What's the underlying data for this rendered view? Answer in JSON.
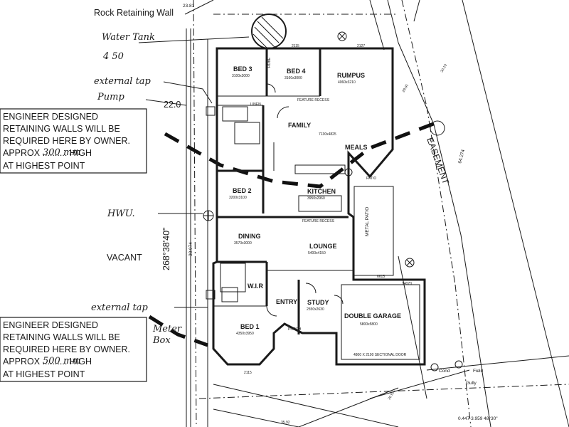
{
  "site": {
    "rock_retaining_wall": "Rock Retaining Wall",
    "water_tank": "Water Tank",
    "water_tank_sub": "4 50",
    "external_tap_top": "external tap",
    "pump": "Pump",
    "pump_value": "22.0",
    "hwu": "HWU.",
    "vacant": "VACANT",
    "external_tap_bottom": "external tap",
    "meter_box": [
      "Meter",
      "Box"
    ],
    "cond": "Cond",
    "field_gully": [
      "Field",
      "Gully"
    ],
    "easement": "EASEMENT",
    "metal_patio": "METAL PATIO",
    "bearing_west": "268°38'40\"",
    "bearing_south": "0.447 3.959 48°30\"",
    "dist_east": "64.274",
    "dist_top": "23.81",
    "dist_west_vertical": "38.974"
  },
  "notes": [
    {
      "lines": [
        "ENGINEER DESIGNED",
        "RETAINING WALLS WILL BE",
        "REQUIRED HERE BY OWNER.",
        "APPROX .......... HIGH",
        "AT HIGHEST POINT"
      ],
      "handwritten": "300 mm"
    },
    {
      "lines": [
        "ENGINEER DESIGNED",
        "RETAINING WALLS WILL BE",
        "REQUIRED HERE BY OWNER.",
        "APPROX .......... HIGH",
        "AT HIGHEST POINT"
      ],
      "handwritten": "500 mm"
    }
  ],
  "rooms": {
    "bed3": {
      "name": "BED 3",
      "size": "3100x3000"
    },
    "bed4": {
      "name": "BED 4",
      "size": "3160x3000"
    },
    "rumpus": {
      "name": "RUMPUS",
      "size": "4060x3210"
    },
    "family": {
      "name": "FAMILY",
      "size": "7130x4825"
    },
    "meals": {
      "name": "MEALS"
    },
    "bed2": {
      "name": "BED 2",
      "size": "3200x3100"
    },
    "kitchen": {
      "name": "KITCHEN",
      "size": "3950x2960"
    },
    "dining": {
      "name": "DINING",
      "size": "3570x3000"
    },
    "lounge": {
      "name": "LOUNGE",
      "size": "5400x4150"
    },
    "wir": {
      "name": "W.I.R"
    },
    "entry": {
      "name": "ENTRY"
    },
    "study": {
      "name": "STUDY",
      "size": "2550x2630"
    },
    "garage": {
      "name": "DOUBLE GARAGE",
      "size": "5800x5800"
    },
    "bed1": {
      "name": "BED 1",
      "size": "4350x3950"
    },
    "porch": {
      "name": "PORCH"
    }
  },
  "small_labels": {
    "feature_recess_top": "FEATURE RECESS",
    "feature_recess_bottom": "FEATURE RECESS",
    "robe": "ROBE",
    "linen": "LINEN",
    "patio": "PATIO",
    "garage_door": "4800 X 2100 SECTIONAL DOOR",
    "dim_top_2115": "2115",
    "dim_top_2127": "2127",
    "dim_6615": "6615",
    "dim_14070": "14070",
    "dim_2115_bottom": "2115",
    "dim_2910": "29.91",
    "dim_3010": "30.10",
    "dim_3592": "35.92",
    "dim_2091": "20.91"
  }
}
